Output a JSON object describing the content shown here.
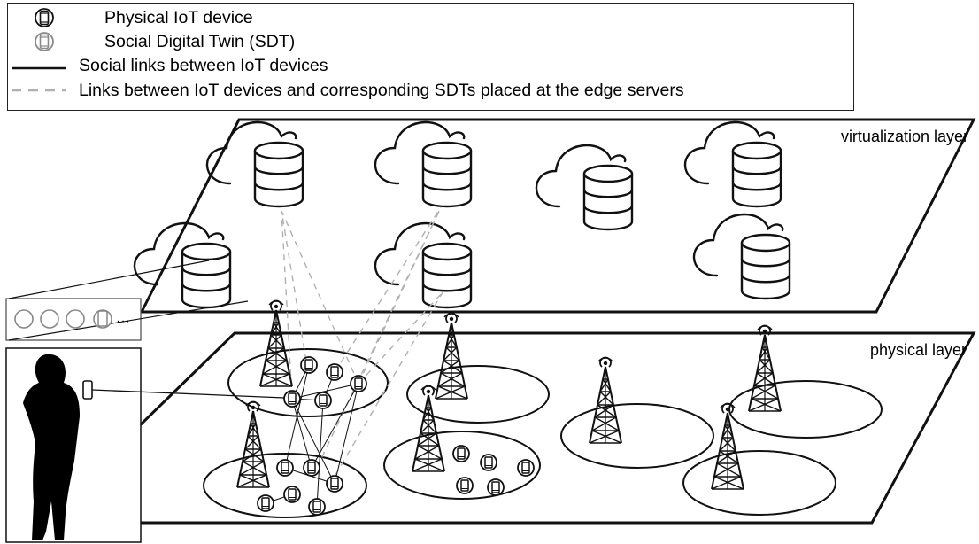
{
  "legend": {
    "physical_device": "Physical IoT device",
    "sdt": "Social Digital Twin (SDT)",
    "social_links": "Social links between IoT devices",
    "sdt_links": "Links between IoT devices and corresponding SDTs placed at the edge servers"
  },
  "layers": {
    "virtualization": "virtualization layer",
    "physical": "physical layer"
  },
  "inset": {
    "ellipsis": "···"
  },
  "colors": {
    "stroke": "#111111",
    "dashed_link": "#b0b0b0",
    "sdt_icon": "#8a8a8a",
    "figure": "#000000"
  }
}
